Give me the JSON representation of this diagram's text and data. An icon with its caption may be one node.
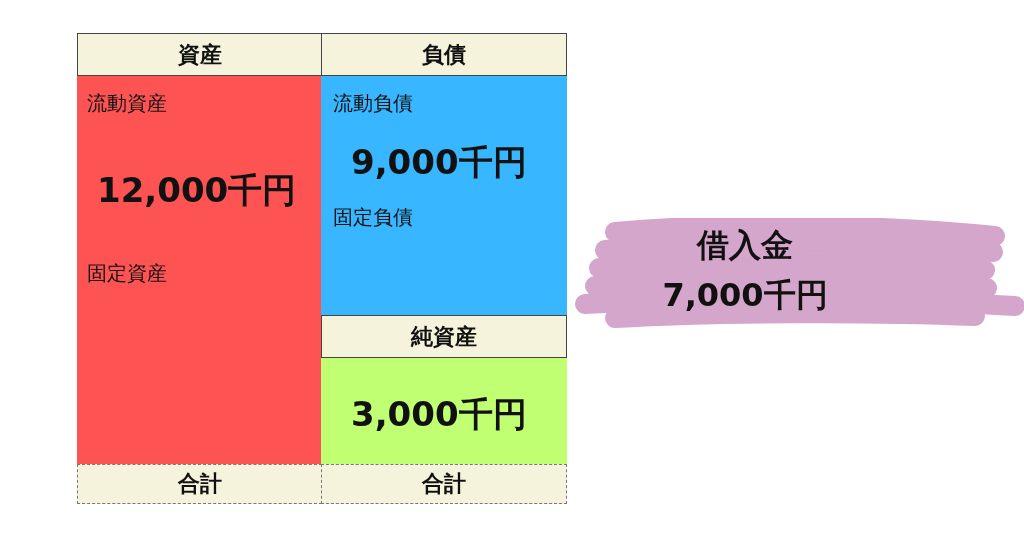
{
  "diagram": {
    "nodes": [
      {
        "text": [
          "資産"
        ]
      },
      {
        "text": [
          "負債"
        ]
      },
      {
        "text": [
          "流動資産",
          "12,000千円",
          "固定資産"
        ]
      },
      {
        "text": [
          "流動負債",
          "9,000千円",
          "固定負債"
        ]
      },
      {
        "text": [
          "純資産"
        ]
      },
      {
        "text": [
          "3,000千円"
        ]
      },
      {
        "text": [
          "合計"
        ]
      },
      {
        "text": [
          "合計"
        ]
      },
      {
        "text": [
          "借入金",
          "7,000千円"
        ]
      }
    ]
  }
}
